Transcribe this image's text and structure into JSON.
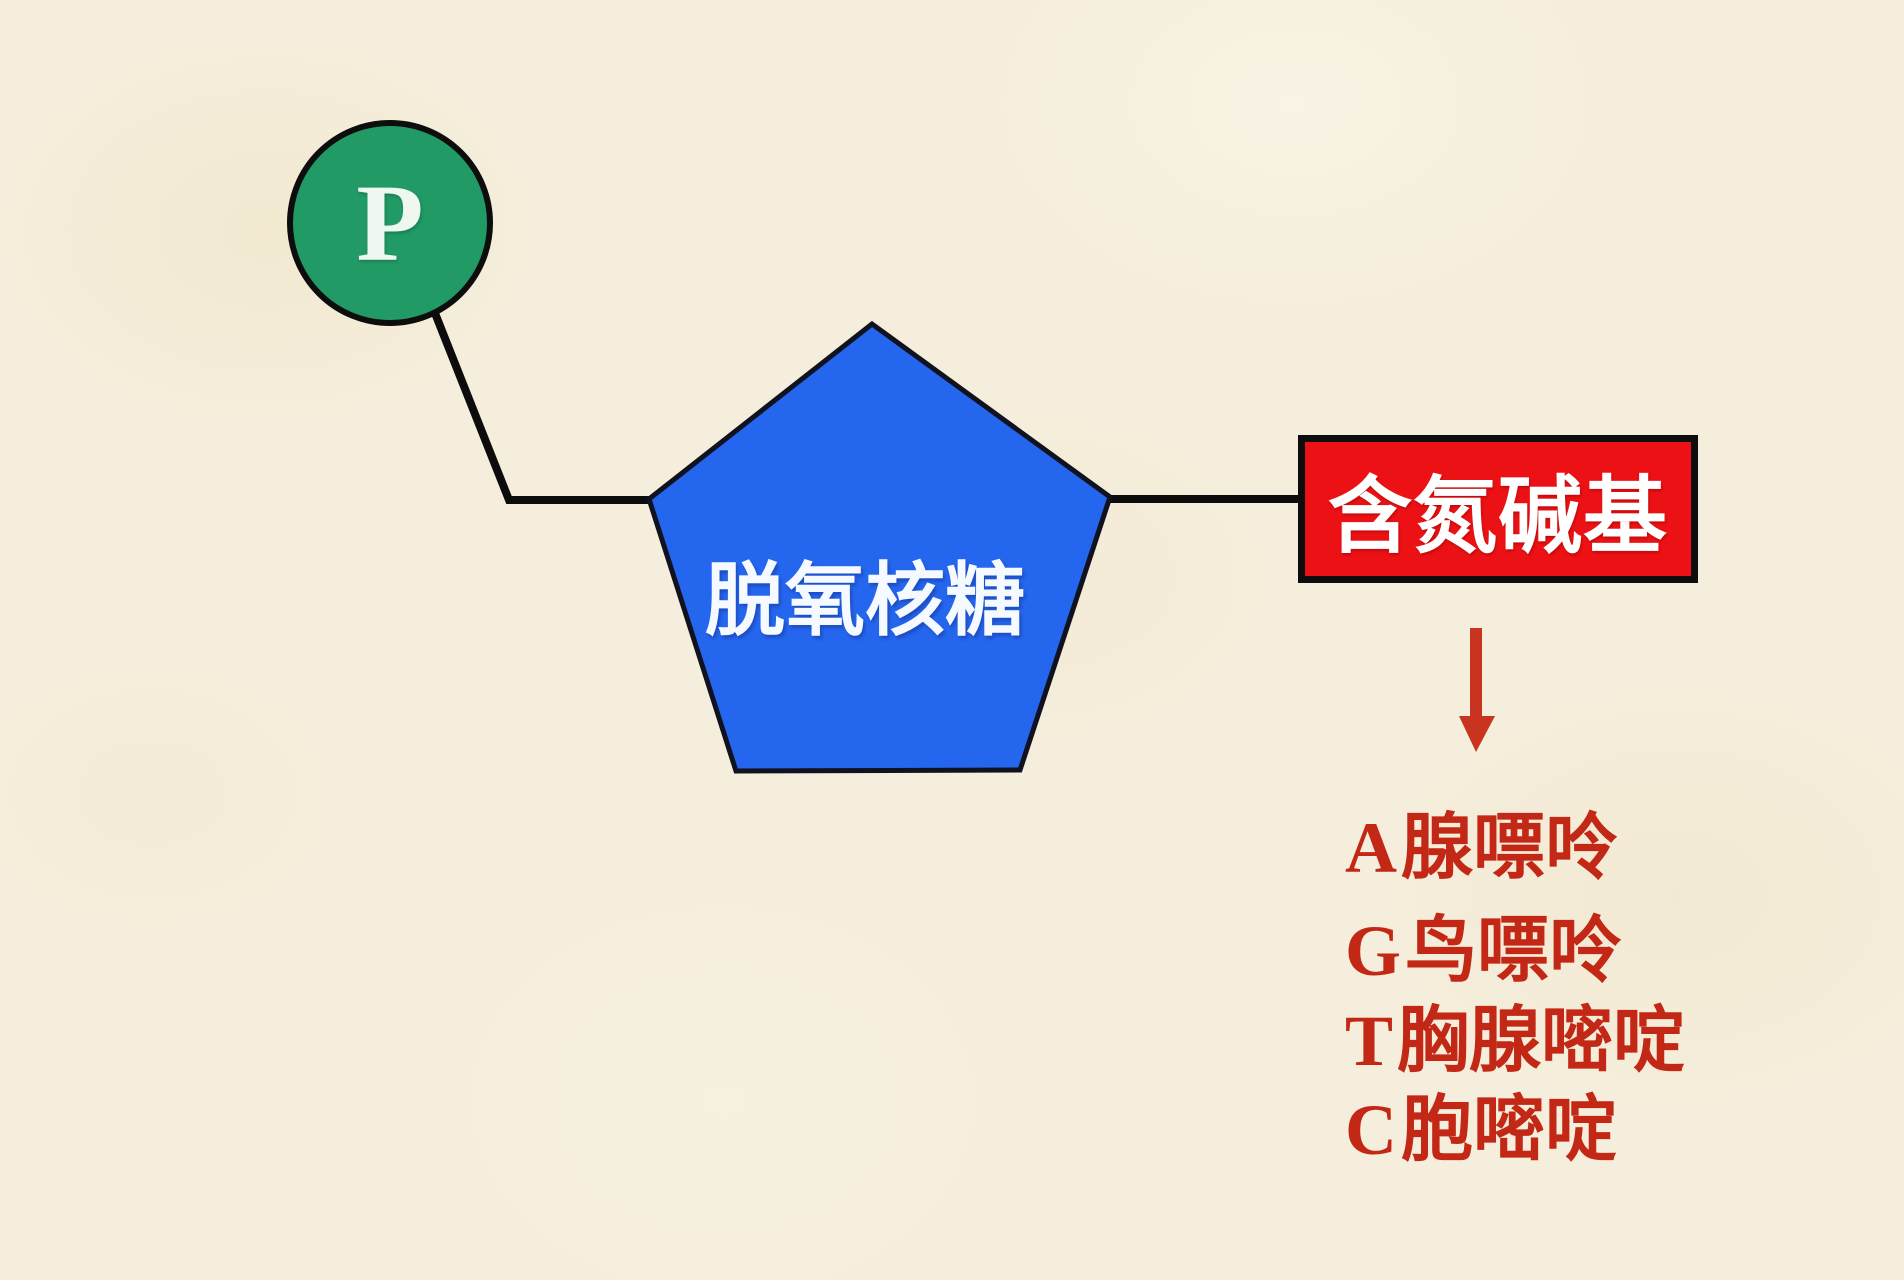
{
  "phosphate": {
    "label": "P"
  },
  "sugar": {
    "label": "脱氧核糖"
  },
  "nitrogen_base": {
    "label": "含氮碱基"
  },
  "bases": [
    {
      "letter": "A",
      "name": "腺嘌呤"
    },
    {
      "letter": "G",
      "name": "鸟嘌呤"
    },
    {
      "letter": "T",
      "name": "胸腺嘧啶"
    },
    {
      "letter": "C",
      "name": "胞嘧啶"
    }
  ],
  "colors": {
    "background": "#f5eedc",
    "phosphate_green": "#219a66",
    "sugar_blue": "#2566ef",
    "base_red": "#eb1114",
    "text_red": "#c32715",
    "arrow_red": "#c93420",
    "line_black": "#0c0c0c"
  }
}
